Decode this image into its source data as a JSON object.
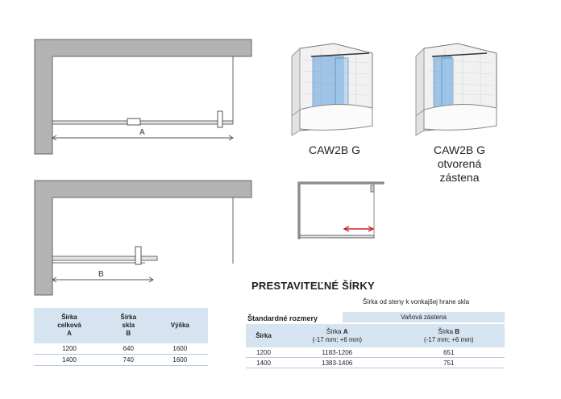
{
  "plans": {
    "top_label": "A",
    "bottom_label": "B"
  },
  "products": [
    {
      "caption_lines": [
        "CAW2B G"
      ]
    },
    {
      "caption_lines": [
        "CAW2B G",
        "otvorená",
        "zástena"
      ]
    }
  ],
  "table_main": {
    "headers": [
      [
        "Šírka",
        "celková",
        "A"
      ],
      [
        "Šírka",
        "skla",
        "B"
      ],
      [
        "Výška"
      ]
    ],
    "rows": [
      [
        "1200",
        "640",
        "1600"
      ],
      [
        "1400",
        "740",
        "1600"
      ]
    ]
  },
  "adjustable": {
    "title": "PRESTAVITEĽNÉ ŠÍRKY",
    "subtitle": "Šírka od steny k vonkajšej hrane skla",
    "standard_label": "Štandardné rozmery",
    "group_header": "Vaňová zástena",
    "col1": "Šírka",
    "col2_line1_prefix": "Šírka ",
    "col2_line1_bold": "A",
    "col2_line2": "(-17 mm; +6 mm)",
    "col3_line1_prefix": "Šírka ",
    "col3_line1_bold": "B",
    "col3_line2": "(-17 mm; +6 mm)",
    "rows": [
      [
        "1200",
        "1183-1206",
        "651"
      ],
      [
        "1400",
        "1383-1406",
        "751"
      ]
    ]
  },
  "colors": {
    "wall_fill": "#b3b3b3",
    "header_fill": "#d6e3f0",
    "arrow": "#cc2222",
    "glass": "#4a90e2"
  }
}
